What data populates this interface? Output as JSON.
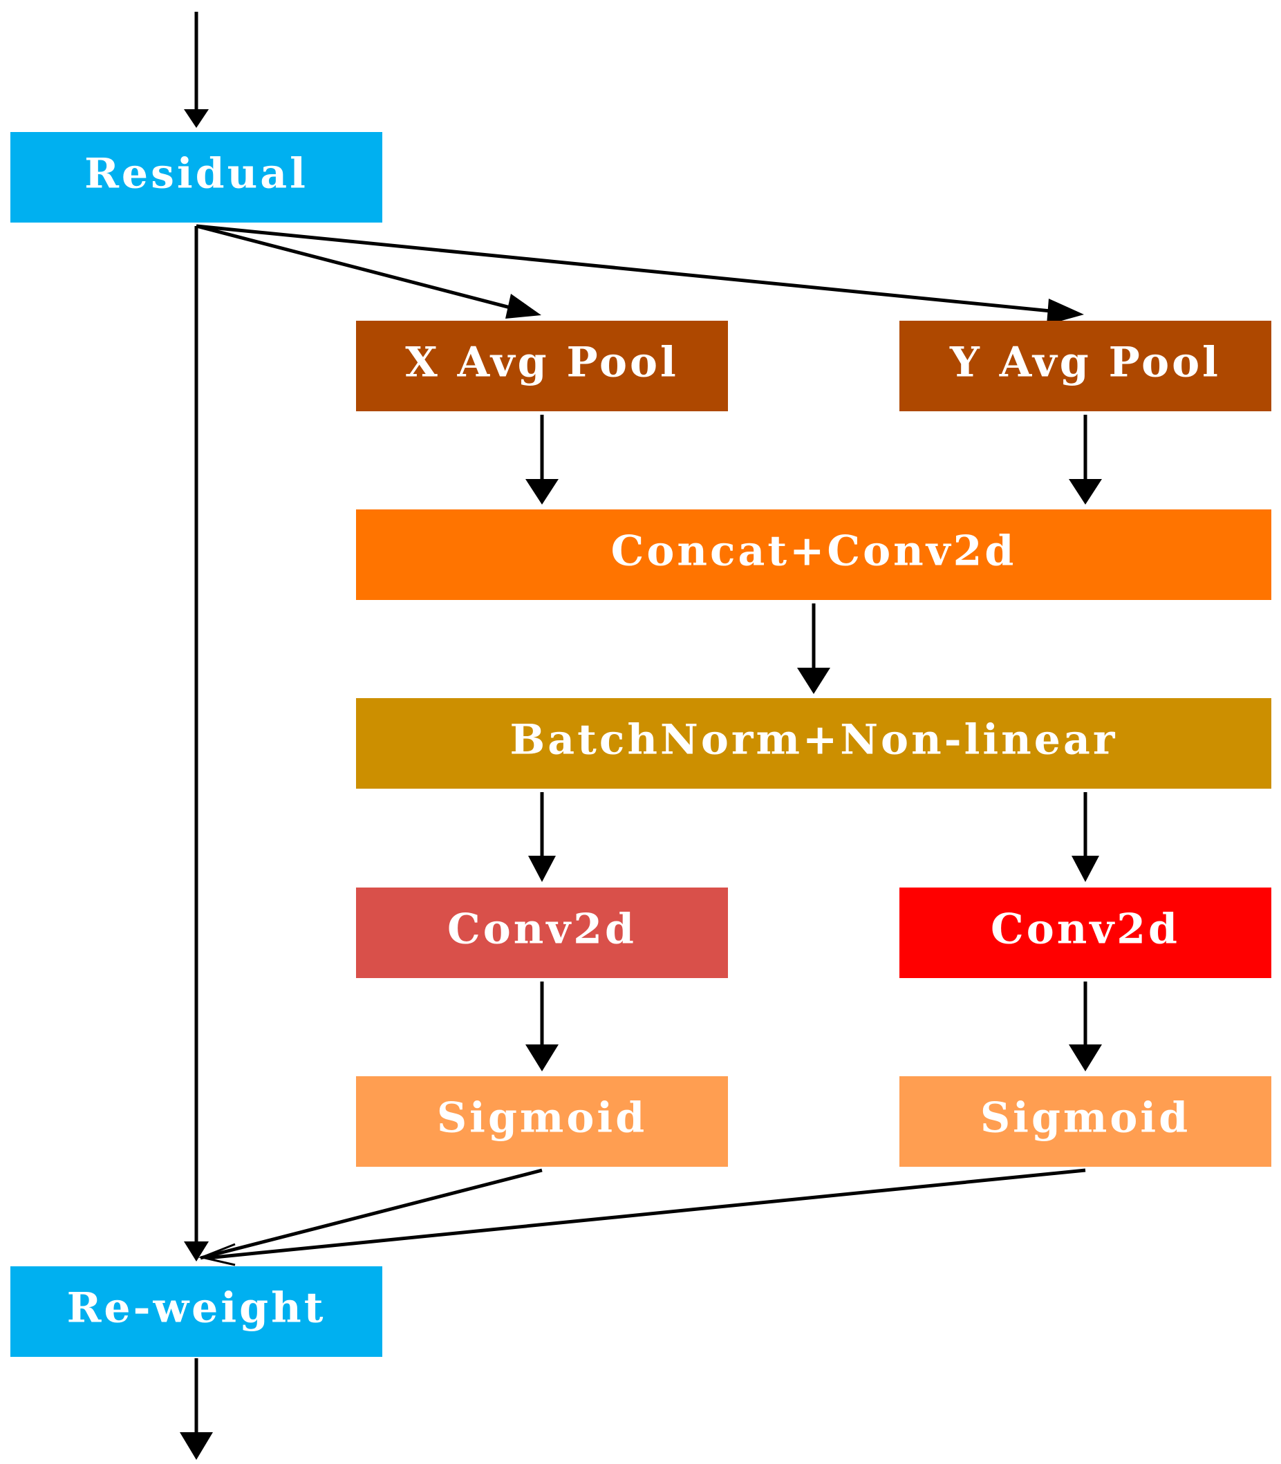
{
  "nodes": {
    "residual": {
      "label": "Residual",
      "color": "#00B0F0"
    },
    "xpool": {
      "label": "X Avg Pool",
      "color": "#AE4800"
    },
    "ypool": {
      "label": "Y Avg Pool",
      "color": "#AE4800"
    },
    "concat": {
      "label": "Concat+Conv2d",
      "color": "#FF7400"
    },
    "bn": {
      "label": "BatchNorm+Non-linear",
      "color": "#CC8F00"
    },
    "conv_x": {
      "label": "Conv2d",
      "color": "#D9504A"
    },
    "conv_y": {
      "label": "Conv2d",
      "color": "#FF0000"
    },
    "sig_x": {
      "label": "Sigmoid",
      "color": "#FF9E51"
    },
    "sig_y": {
      "label": "Sigmoid",
      "color": "#FF9E51"
    },
    "reweight": {
      "label": "Re-weight",
      "color": "#00B0F0"
    }
  },
  "edges": [
    {
      "from": "input",
      "to": "residual"
    },
    {
      "from": "residual",
      "to": "reweight"
    },
    {
      "from": "residual",
      "to": "xpool"
    },
    {
      "from": "residual",
      "to": "ypool"
    },
    {
      "from": "xpool",
      "to": "concat"
    },
    {
      "from": "ypool",
      "to": "concat"
    },
    {
      "from": "concat",
      "to": "bn"
    },
    {
      "from": "bn",
      "to": "conv_x"
    },
    {
      "from": "bn",
      "to": "conv_y"
    },
    {
      "from": "conv_x",
      "to": "sig_x"
    },
    {
      "from": "conv_y",
      "to": "sig_y"
    },
    {
      "from": "sig_x",
      "to": "reweight"
    },
    {
      "from": "sig_y",
      "to": "reweight"
    },
    {
      "from": "reweight",
      "to": "output"
    }
  ]
}
